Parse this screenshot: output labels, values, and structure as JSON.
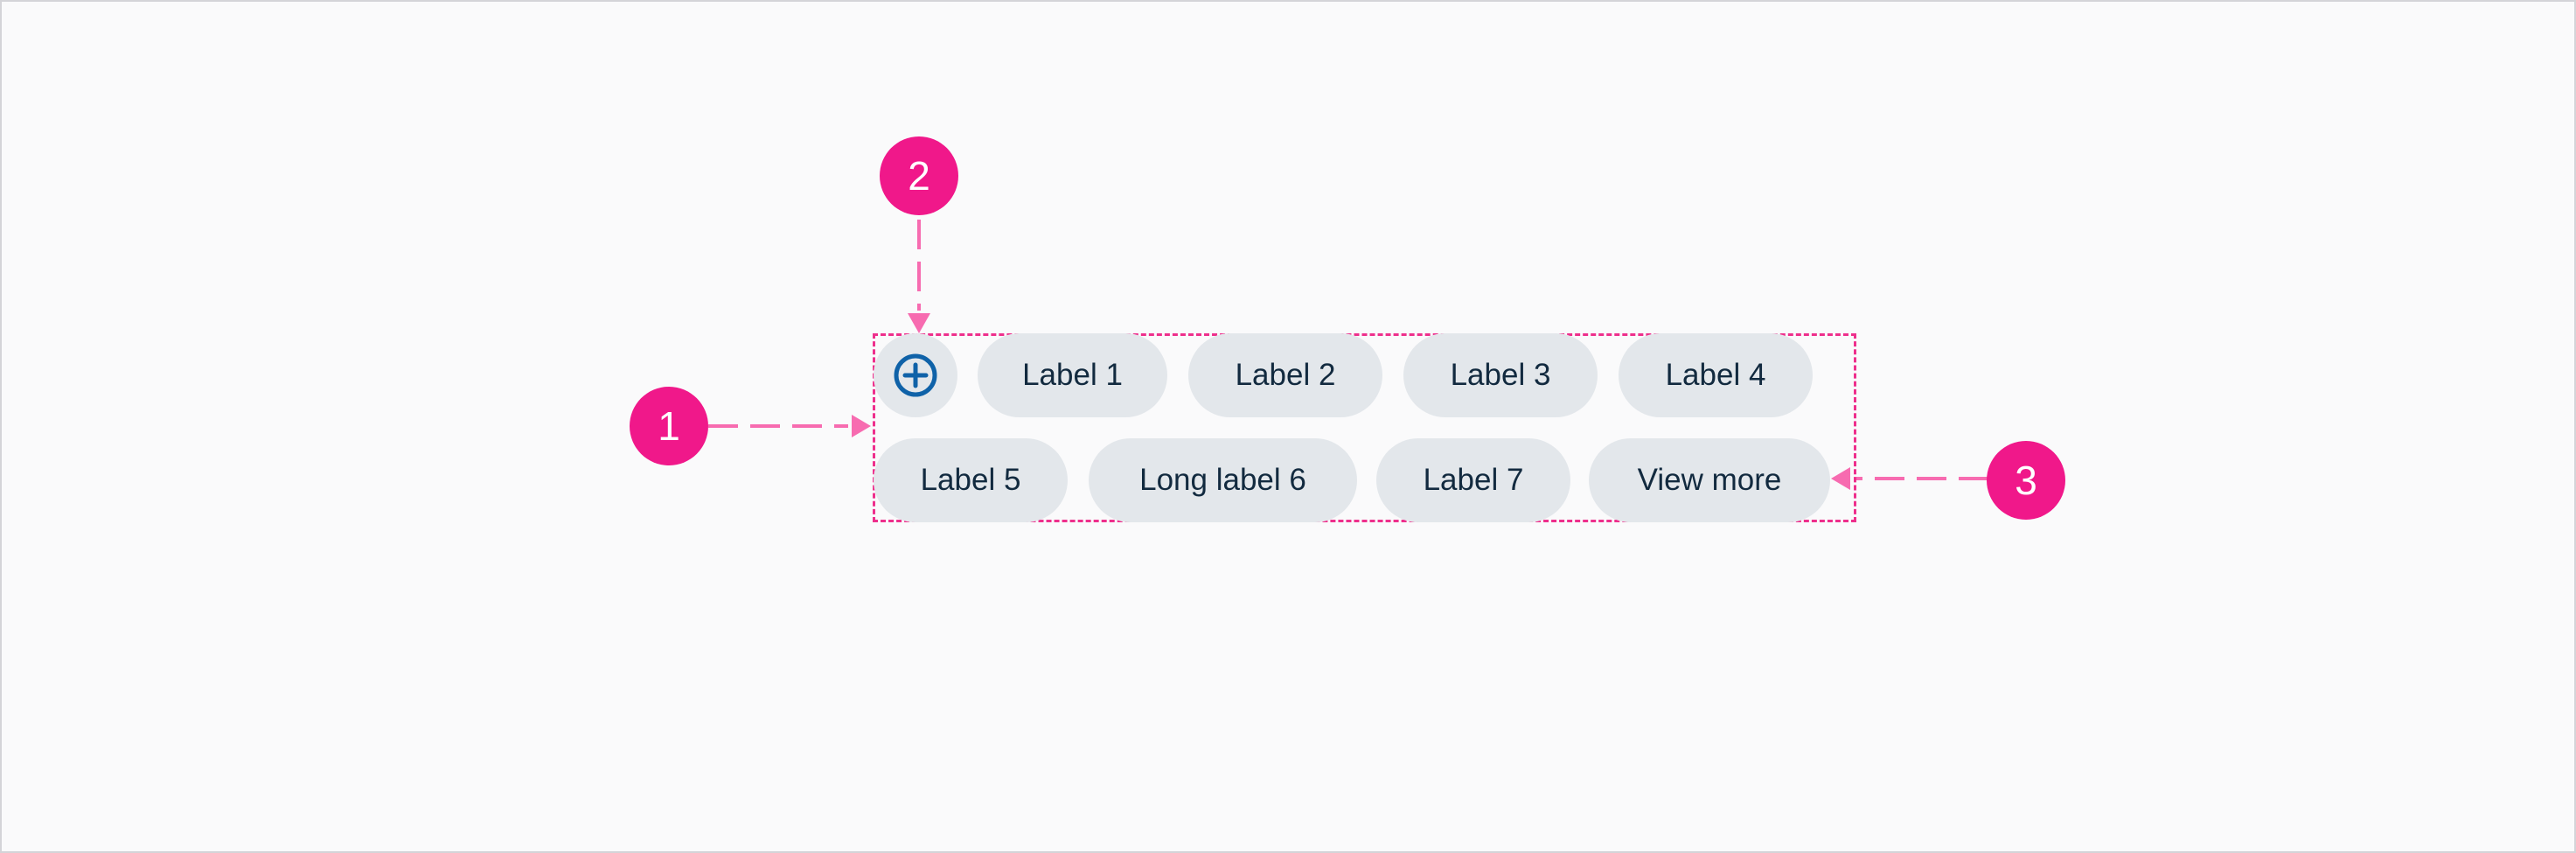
{
  "diagram": {
    "callouts": [
      "1",
      "2",
      "3"
    ],
    "chips": {
      "row1": [
        "Label 1",
        "Label 2",
        "Label 3",
        "Label 4"
      ],
      "row2": [
        "Label 5",
        "Long label 6",
        "Label 7"
      ]
    },
    "view_more_label": "View more",
    "icons": {
      "add": "add-circle-icon"
    },
    "colors": {
      "annotation": "#ee2f8c",
      "chip_background": "#e3e7eb",
      "chip_text": "#122a3f",
      "icon": "#0f62a8"
    }
  }
}
